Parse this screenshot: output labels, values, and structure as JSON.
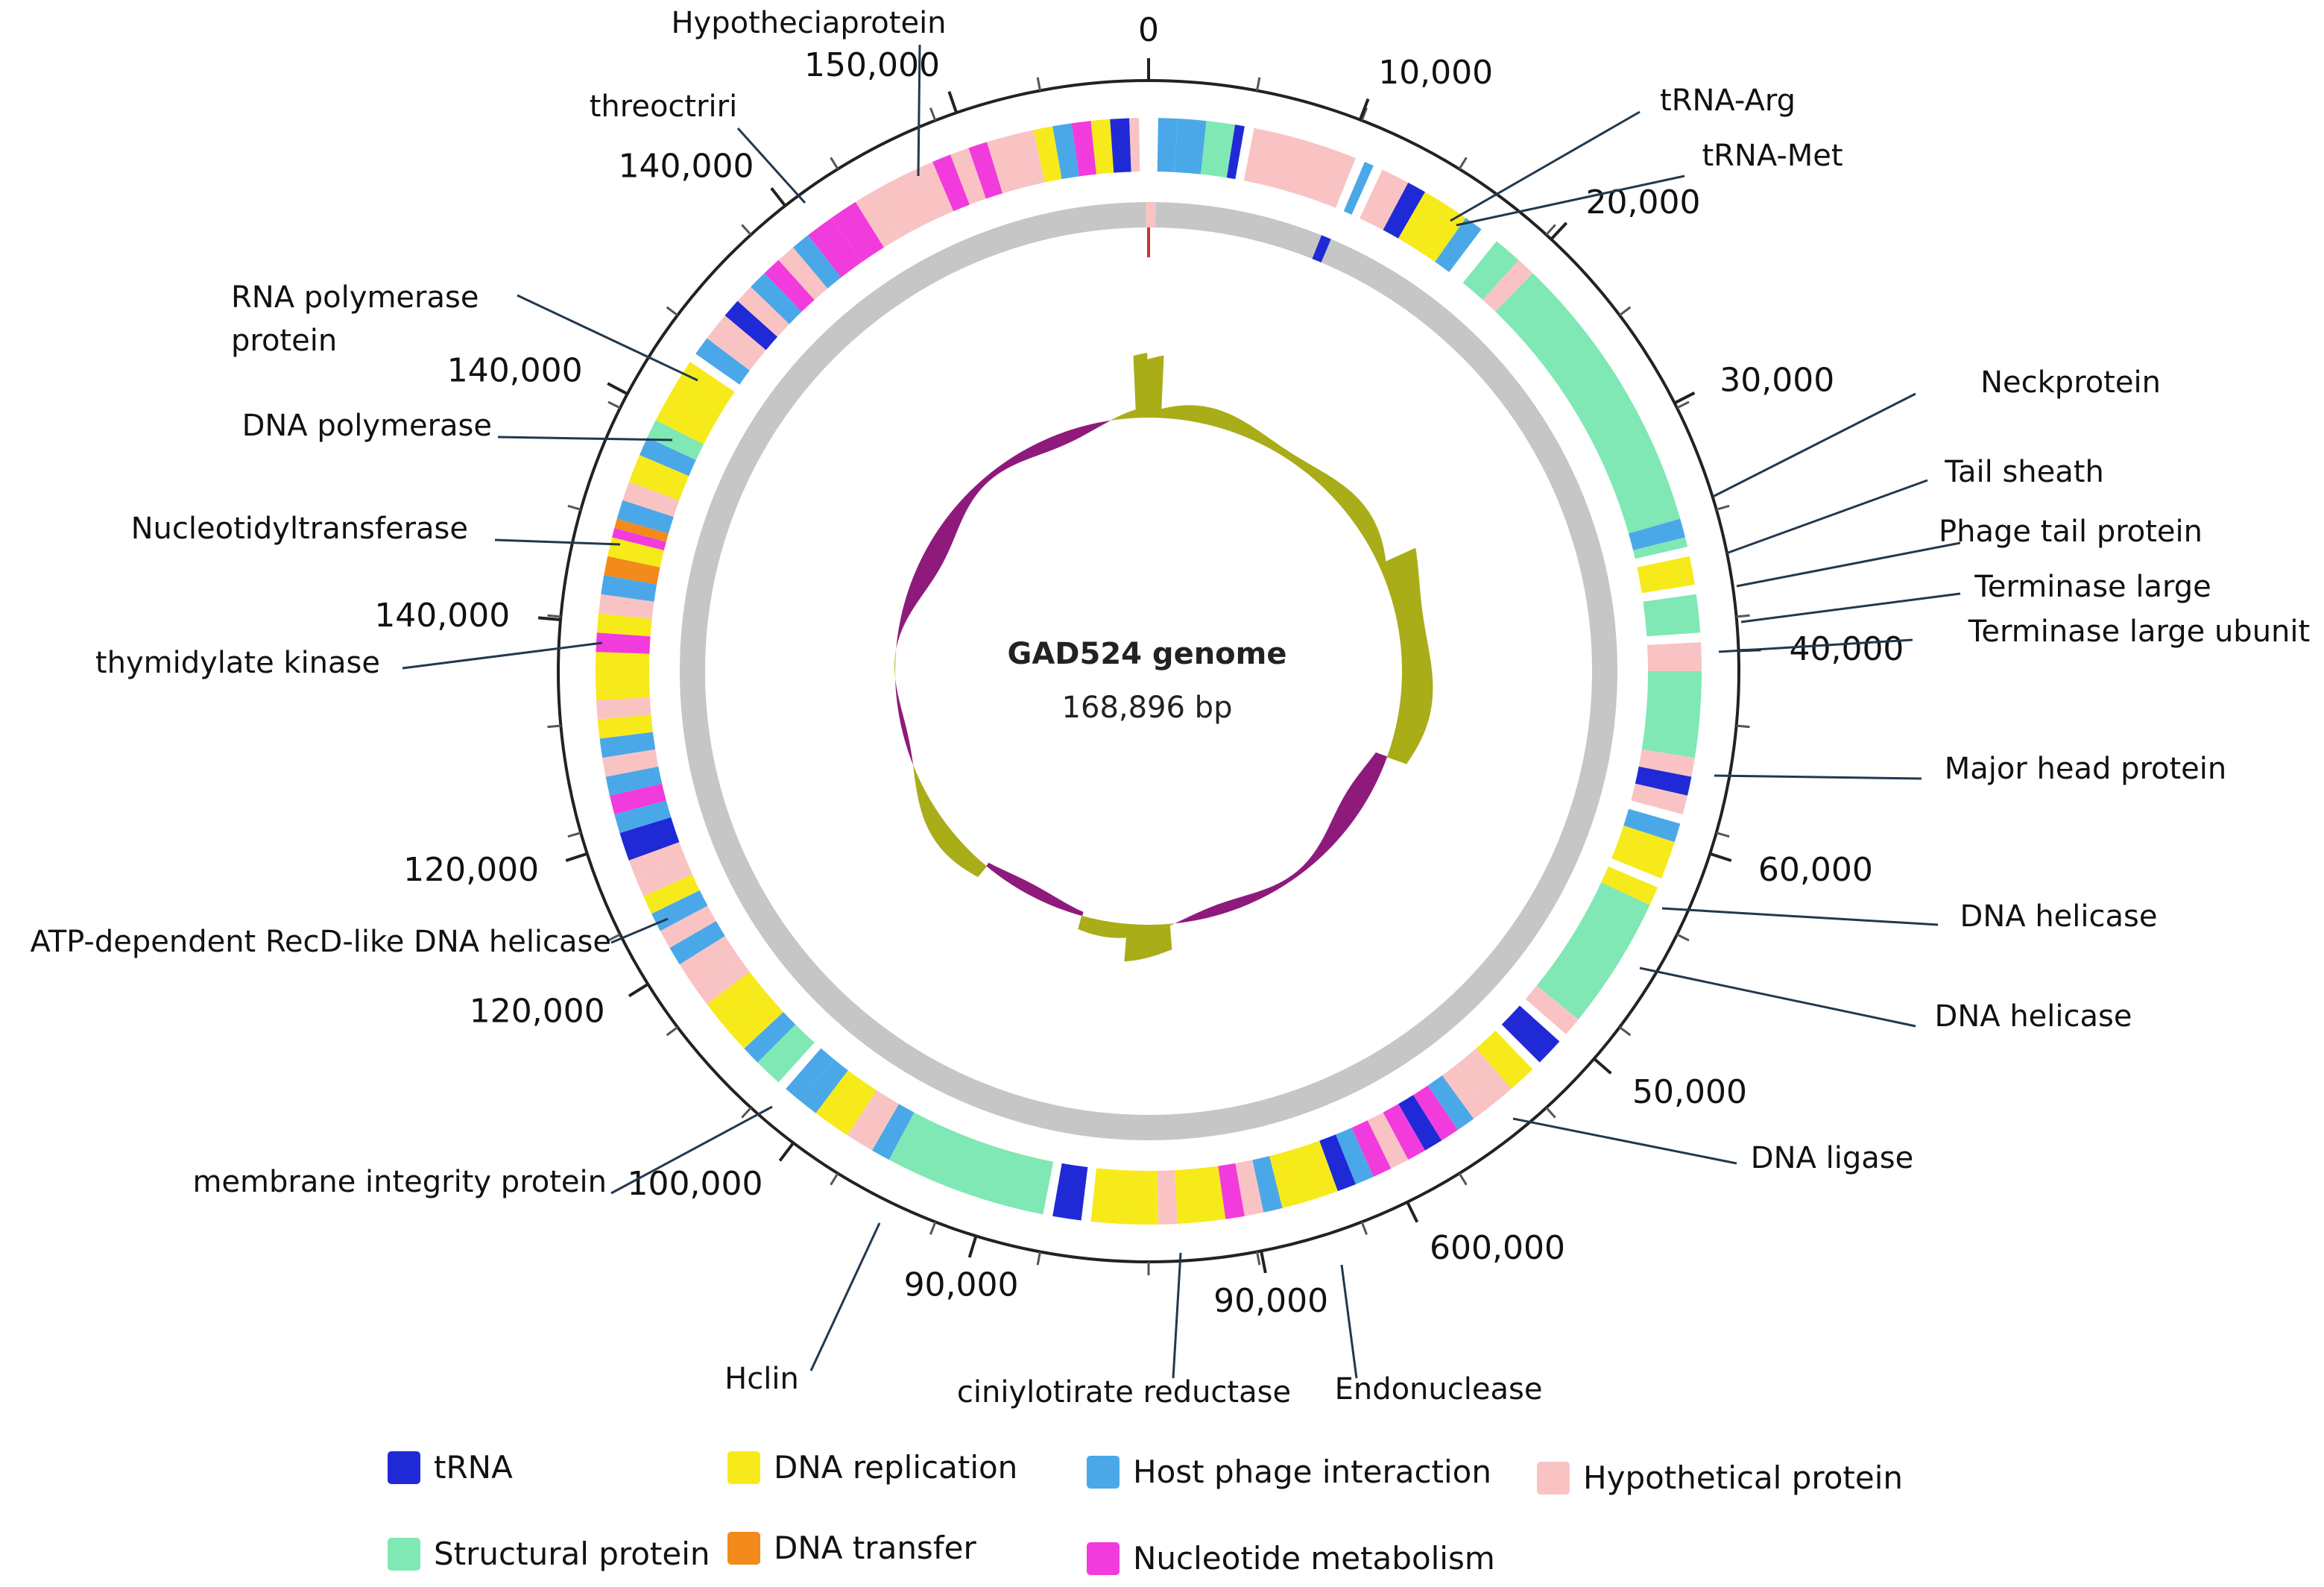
{
  "genome": {
    "title": "GAD524 genome",
    "length_label": "168,896 bp",
    "length_bp": 168896
  },
  "colors": {
    "tRNA": "#1f2ad6",
    "DNA replication": "#f7ea1a",
    "Host phage interaction": "#4aa8e8",
    "Hypothetical protein": "#f9c3c3",
    "Structural protein": "#7fe8b4",
    "DNA transfer": "#f28a1c",
    "Nucleotide metabolism": "#f23bdc",
    "gc_positive": "#a8ad18",
    "gc_negative": "#8e1a7c",
    "backbone": "#c6c6c6",
    "tick": "#555555"
  },
  "ticks": [
    {
      "label": "0",
      "angle": 0
    },
    {
      "label": "10,000",
      "angle": 21
    },
    {
      "label": "20,000",
      "angle": 43
    },
    {
      "label": "30,000",
      "angle": 63
    },
    {
      "label": "40,000",
      "angle": 88
    },
    {
      "label": "60,000",
      "angle": 108
    },
    {
      "label": "50,000",
      "angle": 131
    },
    {
      "label": "600,000",
      "angle": 154
    },
    {
      "label": "90,000",
      "angle": 169
    },
    {
      "label": "90,000",
      "angle": 197
    },
    {
      "label": "100,000",
      "angle": 217
    },
    {
      "label": "120,000",
      "angle": 238
    },
    {
      "label": "120,000",
      "angle": 252
    },
    {
      "label": "140,000",
      "angle": 275
    },
    {
      "label": "140,000",
      "angle": 298
    },
    {
      "label": "140,000",
      "angle": 322
    },
    {
      "label": "150,000",
      "angle": 341
    }
  ],
  "annotations": [
    {
      "label": "Hypotheciaprotein",
      "angle": 344
    },
    {
      "label": "threoctriri",
      "angle": 333
    },
    {
      "label": "tRNA-Arg",
      "angle": 30
    },
    {
      "label": "tRNA-Met",
      "angle": 31
    },
    {
      "label": "RNA polymerase protein",
      "angle": 314
    },
    {
      "label": "DNA polymerase",
      "angle": 302
    },
    {
      "label": "Nucleotidyltransferase",
      "angle": 286
    },
    {
      "label": "thymidylate kinase",
      "angle": 275
    },
    {
      "label": "ATP-dependent RecD-like DNA helicase",
      "angle": 246
    },
    {
      "label": "membrane integrity protein",
      "angle": 226
    },
    {
      "label": "Hclin",
      "angle": 212
    },
    {
      "label": "ciniylotirate reductase",
      "angle": 178
    },
    {
      "label": "Endonuclease",
      "angle": 160
    },
    {
      "label": "DNA ligase",
      "angle": 137
    },
    {
      "label": "DNA helicase",
      "angle": 120
    },
    {
      "label": "DNA helicase",
      "angle": 113
    },
    {
      "label": "Major head protein",
      "angle": 96
    },
    {
      "label": "Terminase large ubunit",
      "angle": 87
    },
    {
      "label": "Terminase large",
      "angle": 83
    },
    {
      "label": "Phage tail protein",
      "angle": 79
    },
    {
      "label": "Tail sheath",
      "angle": 76
    },
    {
      "label": "Neckprotein",
      "angle": 66
    }
  ],
  "legend": [
    {
      "label": "tRNA",
      "category": "tRNA"
    },
    {
      "label": "DNA replication",
      "category": "DNA replication"
    },
    {
      "label": "Host phage interaction",
      "category": "Host phage interaction"
    },
    {
      "label": "Hypothetical protein",
      "category": "Hypothetical protein"
    },
    {
      "label": "Structural protein",
      "category": "Structural protein"
    },
    {
      "label": "DNA transfer",
      "category": "DNA transfer"
    },
    {
      "label": "Nucleotide metabolism",
      "category": "Nucleotide metabolism"
    }
  ],
  "genes": [
    {
      "start": 1,
      "end": 3,
      "category": "Host phage interaction"
    },
    {
      "start": 3,
      "end": 6,
      "category": "Host phage interaction"
    },
    {
      "start": 6,
      "end": 9,
      "category": "Structural protein"
    },
    {
      "start": 9,
      "end": 10,
      "category": "tRNA"
    },
    {
      "start": 11,
      "end": 22,
      "category": "Hypothetical protein"
    },
    {
      "start": 23,
      "end": 24,
      "category": "Host phage interaction"
    },
    {
      "start": 25,
      "end": 28,
      "category": "Hypothetical protein"
    },
    {
      "start": 28,
      "end": 30,
      "category": "tRNA"
    },
    {
      "start": 30,
      "end": 31,
      "category": "DNA replication"
    },
    {
      "start": 31,
      "end": 35,
      "category": "DNA replication"
    },
    {
      "start": 35,
      "end": 37,
      "category": "Host phage interaction"
    },
    {
      "start": 39,
      "end": 42,
      "category": "Structural protein"
    },
    {
      "start": 42,
      "end": 44,
      "category": "Hypothetical protein"
    },
    {
      "start": 44,
      "end": 61,
      "category": "Structural protein"
    },
    {
      "start": 61,
      "end": 74,
      "category": "Structural protein"
    },
    {
      "start": 74,
      "end": 76,
      "category": "Host phage interaction"
    },
    {
      "start": 76,
      "end": 77,
      "category": "Structural protein"
    },
    {
      "start": 78,
      "end": 81,
      "category": "DNA replication"
    },
    {
      "start": 82,
      "end": 86,
      "category": "Structural protein"
    },
    {
      "start": 87,
      "end": 90,
      "category": "Hypothetical protein"
    },
    {
      "start": 90,
      "end": 99,
      "category": "Structural protein"
    },
    {
      "start": 99,
      "end": 101,
      "category": "Hypothetical protein"
    },
    {
      "start": 101,
      "end": 103,
      "category": "tRNA"
    },
    {
      "start": 103,
      "end": 105,
      "category": "Hypothetical protein"
    },
    {
      "start": 106,
      "end": 108,
      "category": "Host phage interaction"
    },
    {
      "start": 108,
      "end": 112,
      "category": "DNA replication"
    },
    {
      "start": 113,
      "end": 115,
      "category": "DNA replication"
    },
    {
      "start": 115,
      "end": 129,
      "category": "Structural protein"
    },
    {
      "start": 129,
      "end": 131,
      "category": "Hypothetical protein"
    },
    {
      "start": 132,
      "end": 135,
      "category": "tRNA"
    },
    {
      "start": 136,
      "end": 139,
      "category": "DNA replication"
    },
    {
      "start": 139,
      "end": 142,
      "category": "Hypothetical protein"
    },
    {
      "start": 142,
      "end": 144,
      "category": "Hypothetical protein"
    },
    {
      "start": 144,
      "end": 146,
      "category": "Host phage interaction"
    },
    {
      "start": 146,
      "end": 148,
      "category": "Nucleotide metabolism"
    },
    {
      "start": 148,
      "end": 150,
      "category": "tRNA"
    },
    {
      "start": 150,
      "end": 152,
      "category": "Nucleotide metabolism"
    },
    {
      "start": 152,
      "end": 154,
      "category": "Hypothetical protein"
    },
    {
      "start": 154,
      "end": 156,
      "category": "Nucleotide metabolism"
    },
    {
      "start": 156,
      "end": 158,
      "category": "Host phage interaction"
    },
    {
      "start": 158,
      "end": 160,
      "category": "tRNA"
    },
    {
      "start": 160,
      "end": 163,
      "category": "DNA replication"
    },
    {
      "start": 163,
      "end": 166,
      "category": "DNA replication"
    },
    {
      "start": 166,
      "end": 168,
      "category": "Host phage interaction"
    },
    {
      "start": 168,
      "end": 170,
      "category": "Hypothetical protein"
    },
    {
      "start": 170,
      "end": 172,
      "category": "Nucleotide metabolism"
    },
    {
      "start": 172,
      "end": 177,
      "category": "DNA replication"
    },
    {
      "start": 177,
      "end": 179,
      "category": "Hypothetical protein"
    },
    {
      "start": 179,
      "end": 183,
      "category": "DNA replication"
    },
    {
      "start": 183,
      "end": 186,
      "category": "DNA replication"
    },
    {
      "start": 187,
      "end": 190,
      "category": "tRNA"
    },
    {
      "start": 191,
      "end": 208,
      "category": "Structural protein"
    },
    {
      "start": 208,
      "end": 210,
      "category": "Host phage interaction"
    },
    {
      "start": 210,
      "end": 213,
      "category": "Hypothetical protein"
    },
    {
      "start": 213,
      "end": 217,
      "category": "DNA replication"
    },
    {
      "start": 217,
      "end": 219,
      "category": "Host phage interaction"
    },
    {
      "start": 219,
      "end": 221,
      "category": "Host phage interaction"
    },
    {
      "start": 222,
      "end": 225,
      "category": "Structural protein"
    },
    {
      "start": 225,
      "end": 227,
      "category": "Host phage interaction"
    },
    {
      "start": 227,
      "end": 230,
      "category": "DNA replication"
    },
    {
      "start": 230,
      "end": 233,
      "category": "DNA replication"
    },
    {
      "start": 233,
      "end": 235,
      "category": "Hypothetical protein"
    },
    {
      "start": 235,
      "end": 238,
      "category": "Hypothetical protein"
    },
    {
      "start": 238,
      "end": 240,
      "category": "Host phage interaction"
    },
    {
      "start": 240,
      "end": 242,
      "category": "Hypothetical protein"
    },
    {
      "start": 242,
      "end": 244,
      "category": "Host phage interaction"
    },
    {
      "start": 244,
      "end": 246,
      "category": "DNA replication"
    },
    {
      "start": 246,
      "end": 248,
      "category": "Hypothetical protein"
    },
    {
      "start": 248,
      "end": 250,
      "category": "Hypothetical protein"
    },
    {
      "start": 250,
      "end": 253,
      "category": "tRNA"
    },
    {
      "start": 253,
      "end": 255,
      "category": "Host phage interaction"
    },
    {
      "start": 255,
      "end": 257,
      "category": "Nucleotide metabolism"
    },
    {
      "start": 257,
      "end": 259,
      "category": "Host phage interaction"
    },
    {
      "start": 259,
      "end": 261,
      "category": "Hypothetical protein"
    },
    {
      "start": 261,
      "end": 263,
      "category": "Host phage interaction"
    },
    {
      "start": 263,
      "end": 265,
      "category": "DNA replication"
    },
    {
      "start": 265,
      "end": 267,
      "category": "Hypothetical protein"
    },
    {
      "start": 267,
      "end": 270,
      "category": "DNA replication"
    },
    {
      "start": 270,
      "end": 272,
      "category": "DNA replication"
    },
    {
      "start": 272,
      "end": 274,
      "category": "Nucleotide metabolism"
    },
    {
      "start": 274,
      "end": 276,
      "category": "DNA replication"
    },
    {
      "start": 276,
      "end": 278,
      "category": "Hypothetical protein"
    },
    {
      "start": 278,
      "end": 280,
      "category": "Host phage interaction"
    },
    {
      "start": 280,
      "end": 282,
      "category": "DNA transfer"
    },
    {
      "start": 282,
      "end": 284,
      "category": "DNA replication"
    },
    {
      "start": 284,
      "end": 285,
      "category": "Nucleotide metabolism"
    },
    {
      "start": 285,
      "end": 286,
      "category": "DNA transfer"
    },
    {
      "start": 286,
      "end": 288,
      "category": "Host phage interaction"
    },
    {
      "start": 288,
      "end": 290,
      "category": "Hypothetical protein"
    },
    {
      "start": 290,
      "end": 293,
      "category": "DNA replication"
    },
    {
      "start": 293,
      "end": 295,
      "category": "Host phage interaction"
    },
    {
      "start": 295,
      "end": 297,
      "category": "Structural protein"
    },
    {
      "start": 297,
      "end": 301,
      "category": "DNA replication"
    },
    {
      "start": 301,
      "end": 304,
      "category": "DNA replication"
    },
    {
      "start": 305,
      "end": 307,
      "category": "Host phage interaction"
    },
    {
      "start": 307,
      "end": 310,
      "category": "Hypothetical protein"
    },
    {
      "start": 310,
      "end": 312,
      "category": "tRNA"
    },
    {
      "start": 312,
      "end": 314,
      "category": "Hypothetical protein"
    },
    {
      "start": 314,
      "end": 316,
      "category": "Host phage interaction"
    },
    {
      "start": 316,
      "end": 318,
      "category": "Nucleotide metabolism"
    },
    {
      "start": 318,
      "end": 320,
      "category": "Hypothetical protein"
    },
    {
      "start": 320,
      "end": 322,
      "category": "Host phage interaction"
    },
    {
      "start": 322,
      "end": 325,
      "category": "Nucleotide metabolism"
    },
    {
      "start": 325,
      "end": 328,
      "category": "Nucleotide metabolism"
    },
    {
      "start": 328,
      "end": 330,
      "category": "Hypothetical protein"
    },
    {
      "start": 330,
      "end": 337,
      "category": "Hypothetical protein"
    },
    {
      "start": 337,
      "end": 339,
      "category": "Nucleotide metabolism"
    },
    {
      "start": 339,
      "end": 341,
      "category": "Hypothetical protein"
    },
    {
      "start": 341,
      "end": 343,
      "category": "Nucleotide metabolism"
    },
    {
      "start": 343,
      "end": 348,
      "category": "Hypothetical protein"
    },
    {
      "start": 348,
      "end": 350,
      "category": "DNA replication"
    },
    {
      "start": 350,
      "end": 352,
      "category": "Host phage interaction"
    },
    {
      "start": 352,
      "end": 354,
      "category": "Nucleotide metabolism"
    },
    {
      "start": 354,
      "end": 356,
      "category": "DNA replication"
    },
    {
      "start": 356,
      "end": 358,
      "category": "tRNA"
    },
    {
      "start": 358,
      "end": 359,
      "category": "Hypothetical protein"
    }
  ],
  "backbone_marks": [
    {
      "angle": 0,
      "category": "Hypothetical protein"
    },
    {
      "angle": 22,
      "category": "tRNA"
    }
  ]
}
